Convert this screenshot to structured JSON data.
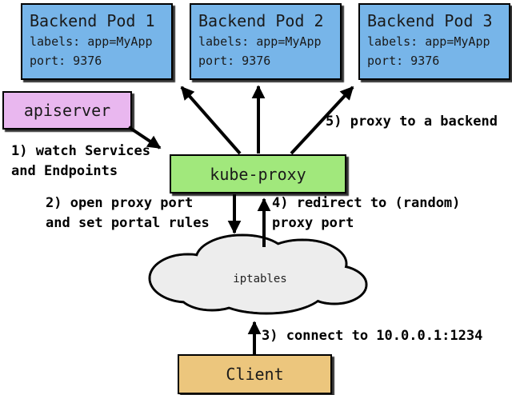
{
  "nodes": {
    "pods": [
      {
        "title": "Backend Pod 1",
        "labels": "labels: app=MyApp",
        "port": "port: 9376"
      },
      {
        "title": "Backend Pod 2",
        "labels": "labels: app=MyApp",
        "port": "port: 9376"
      },
      {
        "title": "Backend Pod 3",
        "labels": "labels: app=MyApp",
        "port": "port: 9376"
      }
    ],
    "apiserver": {
      "label": "apiserver"
    },
    "kube_proxy": {
      "label": "kube-proxy"
    },
    "iptables": {
      "label": "iptables"
    },
    "client": {
      "label": "Client"
    }
  },
  "annotations": {
    "step1": "1) watch Services\nand Endpoints",
    "step2": "2) open proxy port\nand set portal rules",
    "step3": "3) connect to 10.0.0.1:1234",
    "step4": "4) redirect to (random)\nproxy port",
    "step5": "5) proxy to a backend"
  },
  "colors": {
    "pod_fill": "#77b5e9",
    "apiserver_fill": "#e9b7ef",
    "kube_proxy_fill": "#a1e87c",
    "client_fill": "#ecc67d",
    "cloud_fill": "#ededed",
    "outline": "#000000",
    "background": "#ffffff"
  }
}
